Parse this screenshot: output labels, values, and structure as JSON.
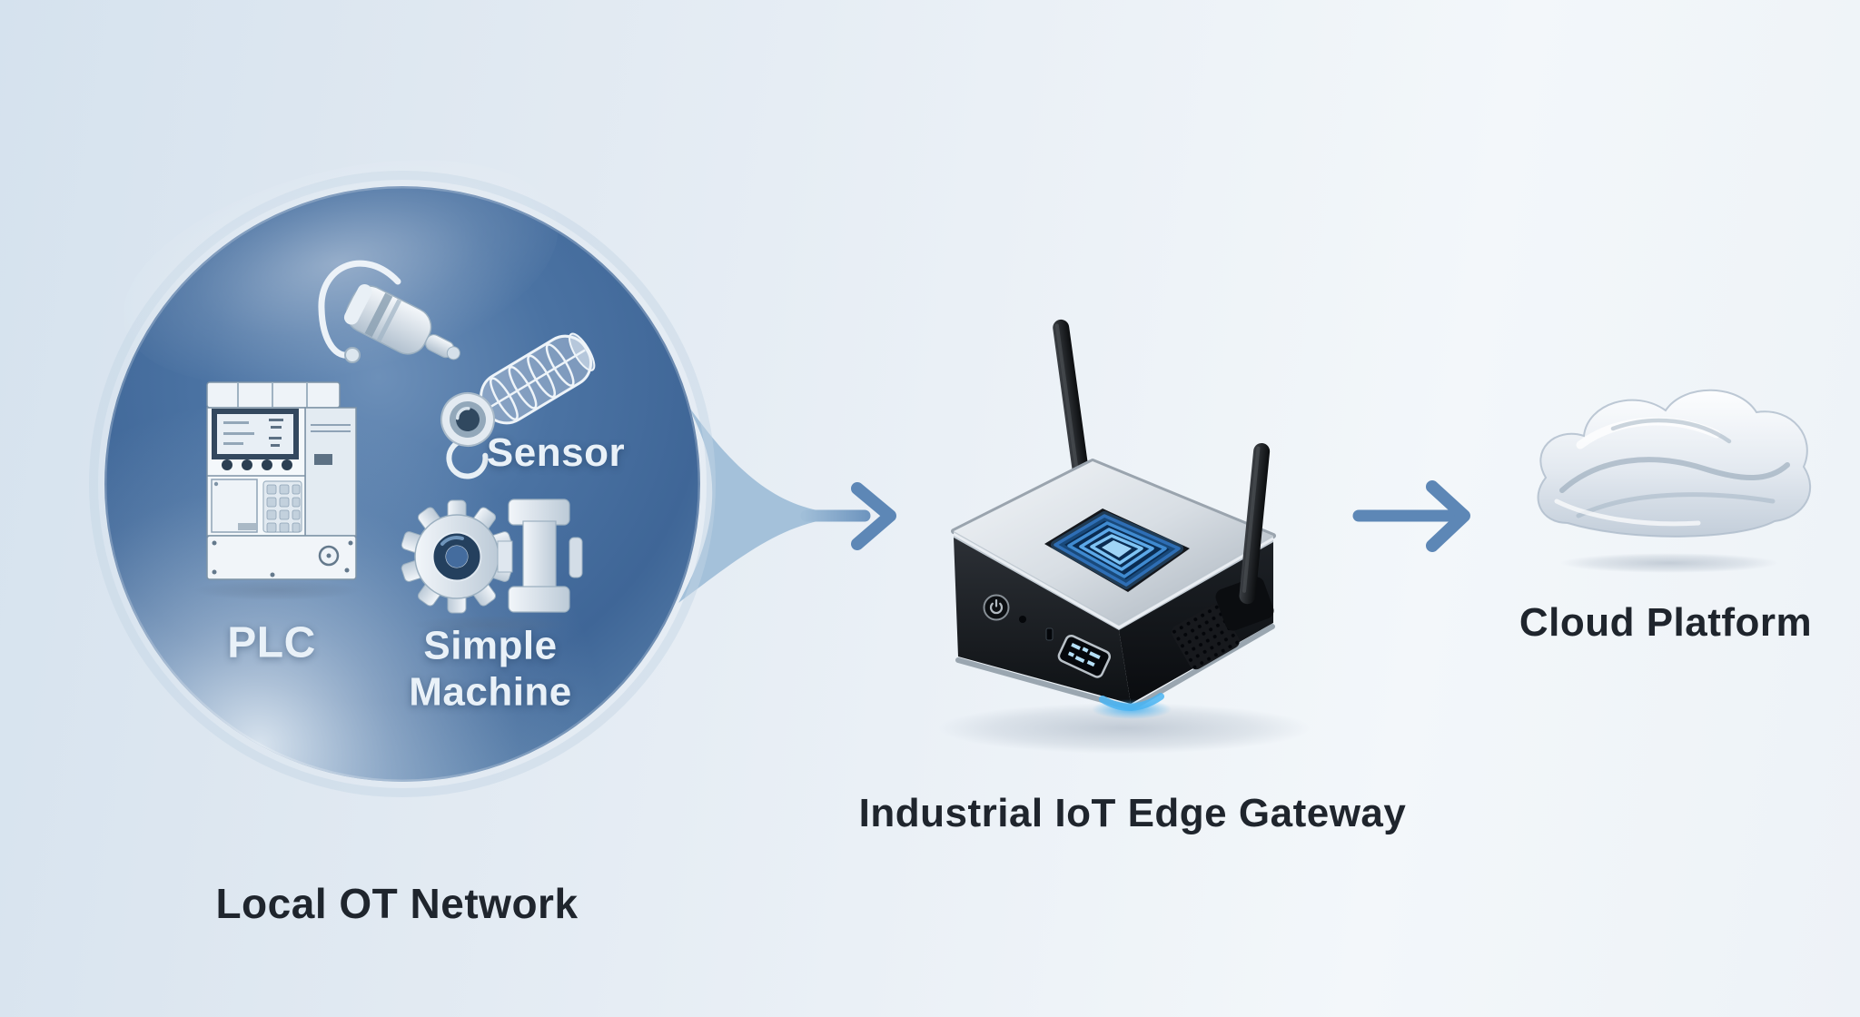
{
  "scene": {
    "type": "architecture-diagram",
    "background_left": "#d5e2ee",
    "background_right": "#f3f7fa"
  },
  "bubble": {
    "caption": "Local OT Network",
    "fill": "#40689a",
    "rim": "#b9cfe2",
    "items": [
      {
        "name": "PLC",
        "label": "PLC",
        "icon": "plc-icon"
      },
      {
        "name": "Sensor",
        "label": "Sensor",
        "icon": "sensor-icons"
      },
      {
        "name": "Simple Machine",
        "label_line1": "Simple",
        "label_line2": "Machine",
        "icon": "gear-machine-icon"
      }
    ]
  },
  "gateway": {
    "caption": "Industrial IoT Edge Gateway",
    "icon": "edge-gateway-device-icon",
    "top_glow_color": "#3f8ad0",
    "base_glow_color": "#46b1f0"
  },
  "cloud": {
    "caption": "Cloud Platform",
    "icon": "cloud-icon"
  },
  "arrows": [
    {
      "from": "Local OT Network",
      "to": "Industrial IoT Edge Gateway",
      "direction": "right",
      "color": "#5d87b6"
    },
    {
      "from": "Industrial IoT Edge Gateway",
      "to": "Cloud Platform",
      "direction": "right",
      "color": "#5d87b6"
    }
  ],
  "colors": {
    "arrow": "#5d87b6",
    "caption_dark": "#1f252d",
    "label_light": "#e9f1f8",
    "bubble_dark": "#3f6697"
  },
  "icons": {
    "plc": "plc-icon",
    "cable_sensor": "cable-sensor-icon",
    "threaded_sensor": "threaded-sensor-icon",
    "machine": "gear-machine-icon",
    "gateway": "edge-gateway-device-icon",
    "antenna": "antenna-icon",
    "power": "power-button-icon",
    "display": "oled-display",
    "cloud": "cloud-icon",
    "arrow": "arrow-right-icon"
  }
}
